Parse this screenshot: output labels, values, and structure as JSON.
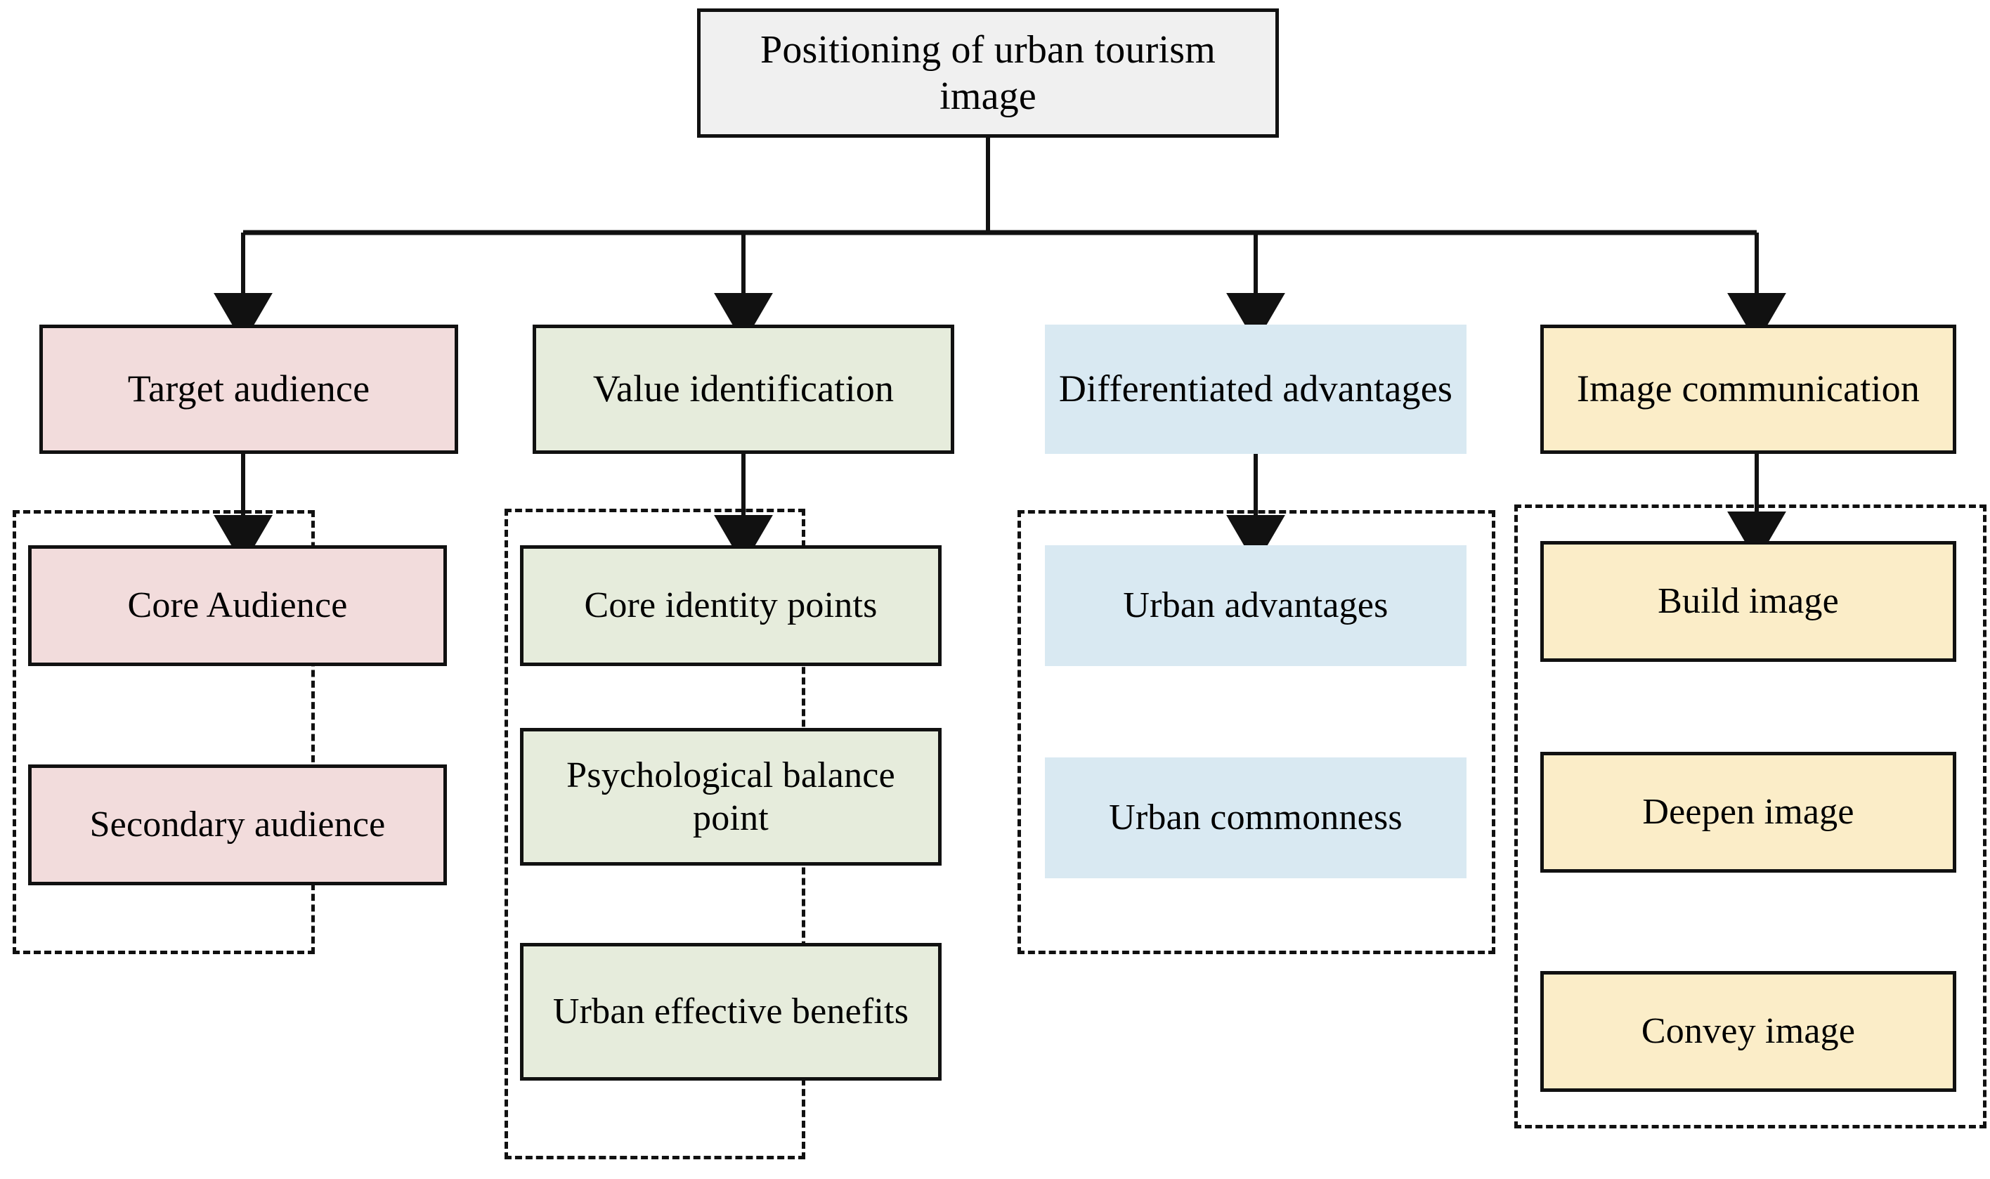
{
  "diagram": {
    "title": "Positioning of urban tourism image",
    "root": {
      "label": "Positioning of urban tourism image",
      "fill": "#f0f0f0",
      "border": "#111111"
    },
    "colors": {
      "pink": "#f2dcdc",
      "green": "#e6ecdc",
      "blue": "#d9e9f2",
      "yellow": "#fbedc8",
      "gray": "#f0f0f0",
      "stroke": "#111111",
      "background": "#ffffff"
    },
    "columns": [
      {
        "id": "target-audience",
        "category": "Target audience",
        "fill": "#f2dcdc",
        "bordered": true,
        "children": [
          {
            "label": "Core Audience"
          },
          {
            "label": "Secondary audience"
          }
        ]
      },
      {
        "id": "value-identification",
        "category": "Value identification",
        "fill": "#e6ecdc",
        "bordered": true,
        "children": [
          {
            "label": "Core identity points"
          },
          {
            "label": "Psychological balance point"
          },
          {
            "label": "Urban effective benefits"
          }
        ]
      },
      {
        "id": "differentiated-advantages",
        "category": "Differentiated advantages",
        "fill": "#d9e9f2",
        "bordered": false,
        "children": [
          {
            "label": "Urban advantages"
          },
          {
            "label": "Urban commonness"
          }
        ]
      },
      {
        "id": "image-communication",
        "category": "Image communication",
        "fill": "#fbedc8",
        "bordered": true,
        "children": [
          {
            "label": "Build image"
          },
          {
            "label": "Deepen image"
          },
          {
            "label": "Convey image"
          }
        ]
      }
    ]
  }
}
